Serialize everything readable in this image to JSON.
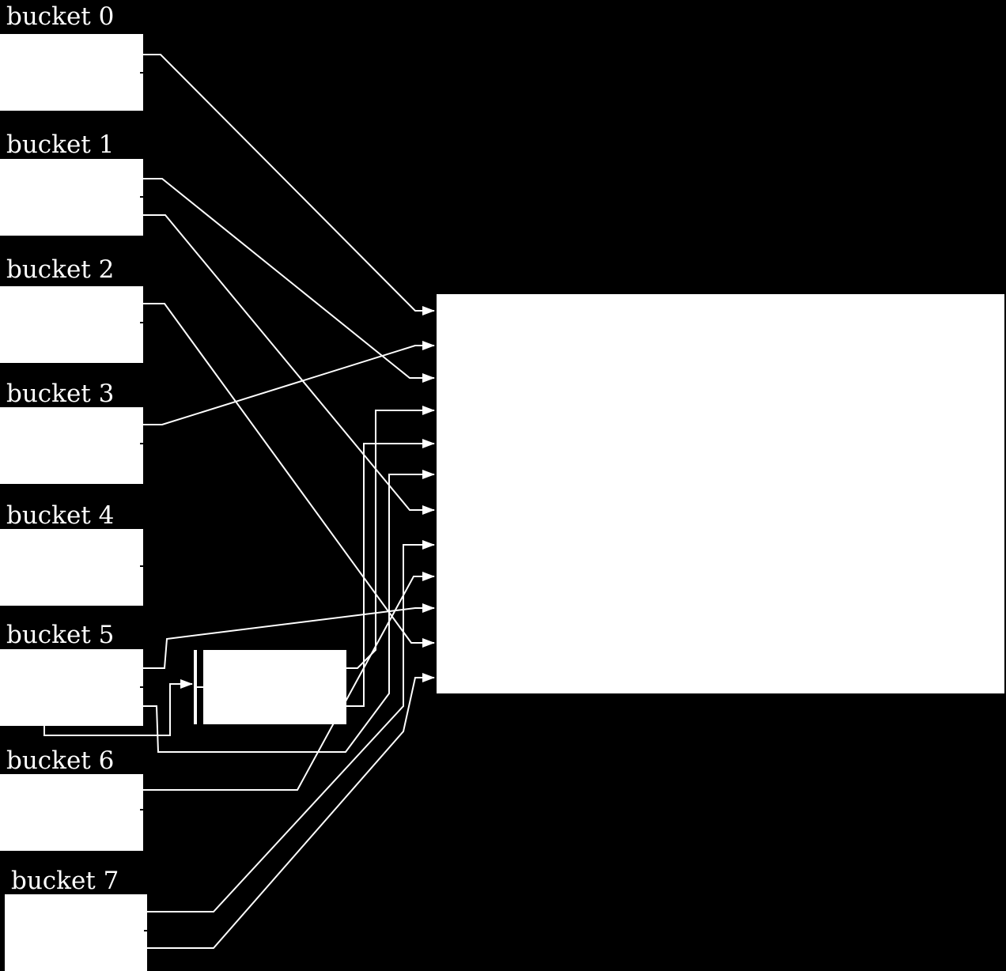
{
  "buckets": [
    {
      "label": "bucket 0"
    },
    {
      "label": "bucket 1"
    },
    {
      "label": "bucket 2"
    },
    {
      "label": "bucket 3"
    },
    {
      "label": "bucket 4"
    },
    {
      "label": "bucket 5"
    },
    {
      "label": "bucket 6"
    },
    {
      "label": "bucket 7"
    }
  ]
}
